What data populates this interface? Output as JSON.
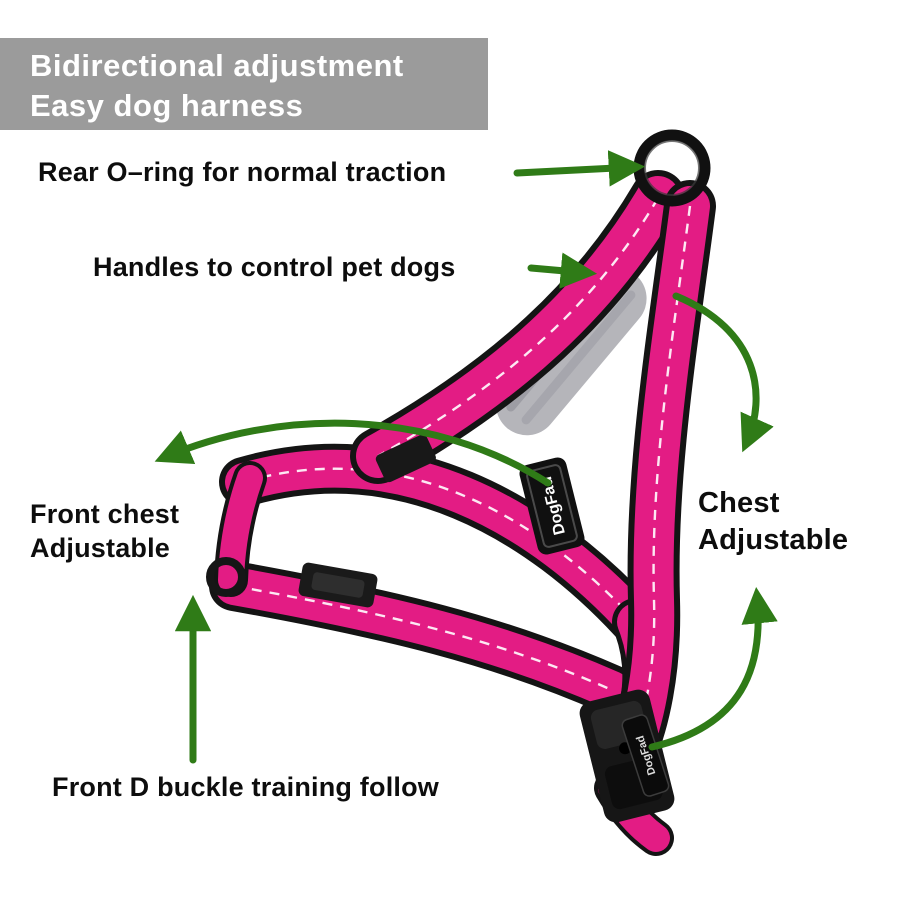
{
  "banner": {
    "line1": "Bidirectional adjustment",
    "line2": "Easy dog harness"
  },
  "annotations": {
    "rear_oring": "Rear O–ring for normal traction",
    "handles": "Handles to control pet dogs",
    "front_chest": {
      "line1": "Front chest",
      "line2": "Adjustable"
    },
    "chest": {
      "line1": "Chest",
      "line2": "Adjustable"
    },
    "front_d_buckle": "Front D buckle training follow"
  },
  "brand": {
    "label": "DogFad"
  },
  "colors": {
    "banner_gray": "#9b9b9b",
    "arrow_green": "#2f7b17",
    "harness_pink": "#e31c84",
    "text_black": "#0d0d0d"
  }
}
